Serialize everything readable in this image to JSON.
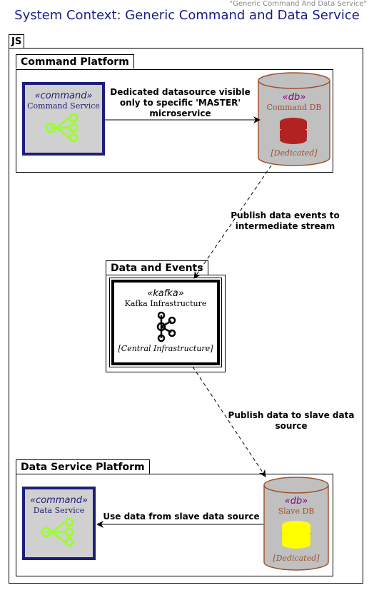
{
  "header": "\"Generic Command And Data Service\"",
  "title": "System Context: Generic Command and Data Service",
  "outer": {
    "label": "JS"
  },
  "packages": {
    "command_platform": "Command Platform",
    "data_events": "Data and Events",
    "data_service_platform": "Data Service Platform"
  },
  "elements": {
    "command_service": {
      "stereotype": "«command»",
      "name": "Command Service",
      "icon": "network-icon"
    },
    "command_db": {
      "stereotype": "«db»",
      "name": "Command DB",
      "tech": "[Dedicated]",
      "icon": "database-icon"
    },
    "kafka": {
      "stereotype": "«kafka»",
      "name": "Kafka Infrastructure",
      "tech": "[Central Infrastructure]",
      "icon": "kafka-icon"
    },
    "data_service": {
      "stereotype": "«command»",
      "name": "Data Service",
      "icon": "network-icon"
    },
    "slave_db": {
      "stereotype": "«db»",
      "name": "Slave DB",
      "tech": "[Dedicated]",
      "icon": "database-icon"
    }
  },
  "relations": {
    "cmd_to_db": [
      "Dedicated datasource visible",
      "only to specific 'MASTER'",
      "microservice"
    ],
    "db_to_kafka": [
      "Publish data events to",
      "intermediate stream"
    ],
    "kafka_to_slave": [
      "Publish data to slave data",
      "source"
    ],
    "slave_to_data": [
      "Use data from slave data source"
    ]
  },
  "colors": {
    "title": "#1b1b8f",
    "command_border": "#1e1e7a",
    "command_stereo": "#1e1e7a",
    "icon_green": "#9aff2a",
    "db_fill": "#c0c0c0",
    "db_border": "#a0522d",
    "db_stereo": "#800080",
    "command_db_icon": "#b22222",
    "slave_db_icon": "#ffff00"
  }
}
